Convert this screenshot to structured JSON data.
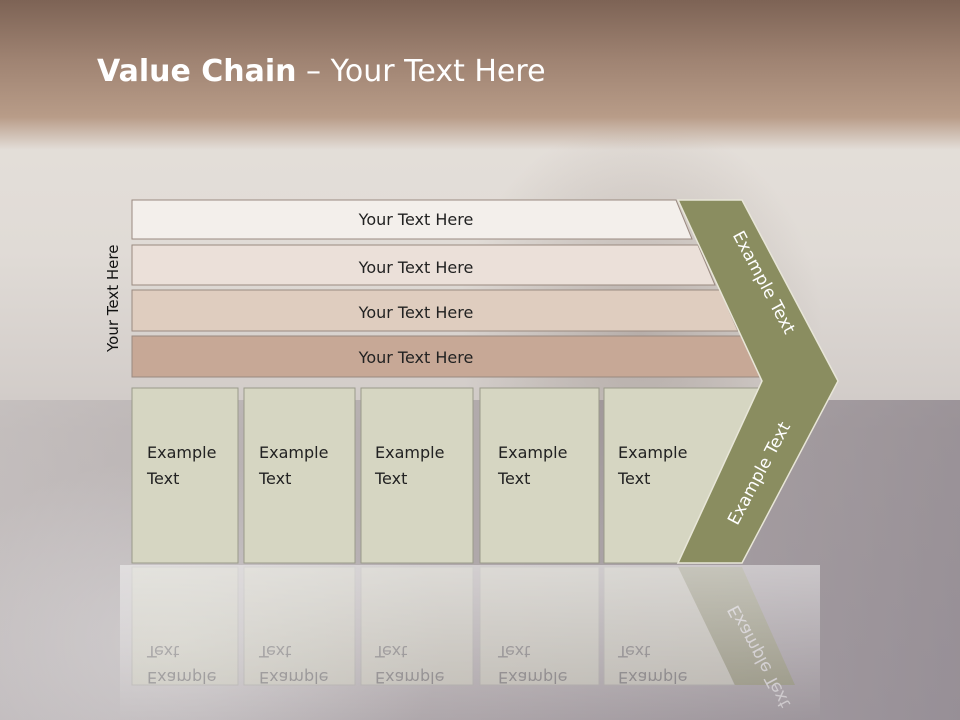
{
  "title": {
    "bold": "Value Chain",
    "rest": " – Your Text Here"
  },
  "side_label": "Your Text Here",
  "rows": [
    {
      "label": "Your Text Here"
    },
    {
      "label": "Your Text Here"
    },
    {
      "label": "Your Text Here"
    },
    {
      "label": "Your Text Here"
    }
  ],
  "boxes": [
    {
      "line1": "Example",
      "line2": "Text"
    },
    {
      "line1": "Example",
      "line2": "Text"
    },
    {
      "line1": "Example",
      "line2": "Text"
    },
    {
      "line1": "Example",
      "line2": "Text"
    },
    {
      "line1": "Example",
      "line2": "Text"
    }
  ],
  "arrow": {
    "upper": "Example Text",
    "lower": "Example Text"
  },
  "colors": {
    "row_fills": [
      "#f3efeb",
      "#ebe0d9",
      "#dfcdbf",
      "#c7a896"
    ],
    "box_fill": "#d6d6c2",
    "arrow_fill": "#8a8d60"
  }
}
